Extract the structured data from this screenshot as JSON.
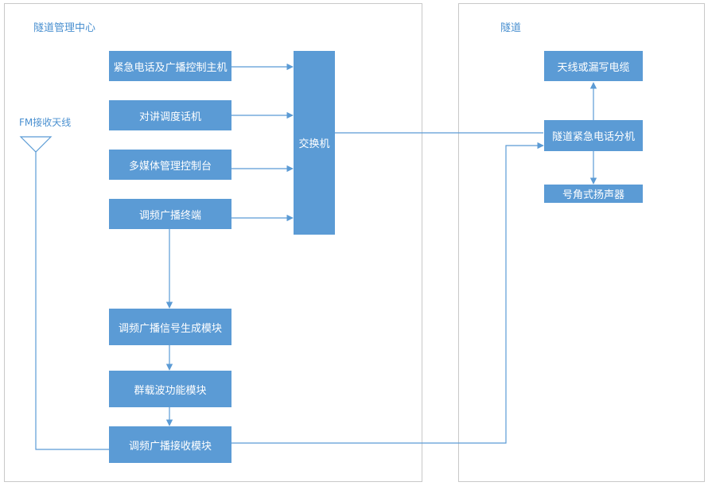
{
  "left_panel": {
    "title": "隧道管理中心"
  },
  "right_panel": {
    "title": "隧道"
  },
  "antenna": {
    "label": "FM接收天线"
  },
  "boxes": {
    "emergency_host": "紧急电话及广播控制主机",
    "intercom": "对讲调度话机",
    "multimedia": "多媒体管理控制台",
    "fm_terminal": "调频广播终端",
    "switch": "交换机",
    "fm_signal_gen": "调频广播信号生成模块",
    "carrier": "群载波功能模块",
    "fm_receiver": "调频广播接收模块",
    "antenna_cable": "天线或漏写电缆",
    "tunnel_phone": "隧道紧急电话分机",
    "horn_speaker": "号角式扬声器"
  },
  "colors": {
    "box": "#5b9bd5",
    "line": "#5b9bd5",
    "title": "#4a90d0",
    "border": "#c8c8c8"
  }
}
